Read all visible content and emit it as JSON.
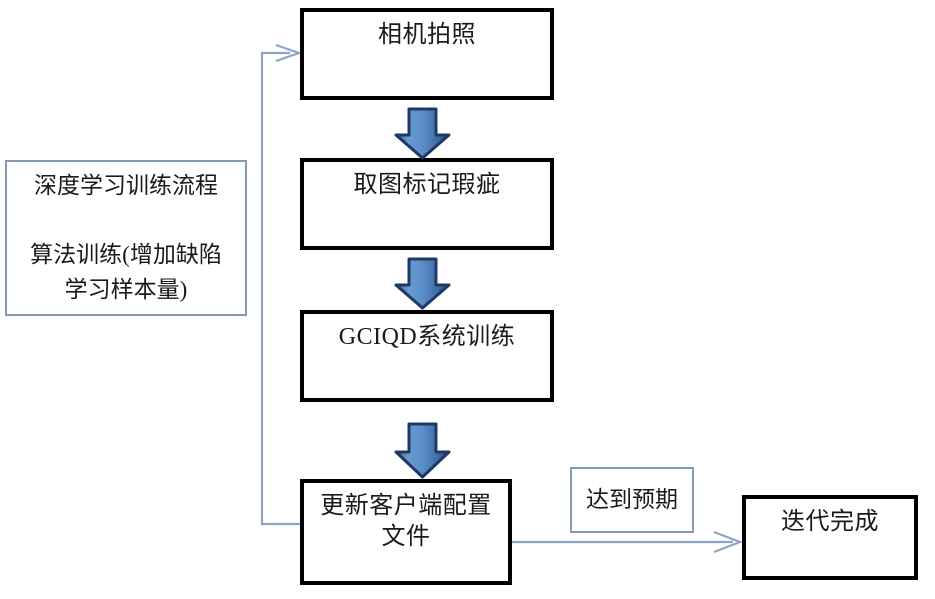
{
  "diagram": {
    "title_note": {
      "name": "deep-learning-training-process-note",
      "line1": "深度学习训练流程",
      "line2": "算法训练(增加缺陷",
      "line3": "学习样本量)",
      "text": "深度学习训练流程\n\n算法训练(增加缺陷\n学习样本量)"
    },
    "steps": [
      {
        "id": "step-1",
        "label": "相机拍照"
      },
      {
        "id": "step-2",
        "label": "取图标记瑕疵"
      },
      {
        "id": "step-3",
        "label": "GCIQD系统训练"
      },
      {
        "id": "step-4",
        "label": "更新客户端配置\n文件"
      }
    ],
    "condition_note": {
      "id": "condition-met",
      "label": "达到预期"
    },
    "terminal": {
      "id": "iteration-complete",
      "label": "迭代完成"
    },
    "connectors": {
      "down_arrow_1": "block-arrow-down-icon",
      "down_arrow_2": "block-arrow-down-icon",
      "down_arrow_3": "block-arrow-down-icon",
      "feedback_loop": "feedback-loop-arrow-icon",
      "to_terminal": "line-arrow-right-icon"
    },
    "colors": {
      "box_border": "#000000",
      "note_border": "#8599b8",
      "arrow_fill": "#4a7ebb",
      "arrow_edge": "#1f3864",
      "connector_line": "#8da5c4",
      "text": "#1a1a1a",
      "background": "#ffffff"
    }
  }
}
